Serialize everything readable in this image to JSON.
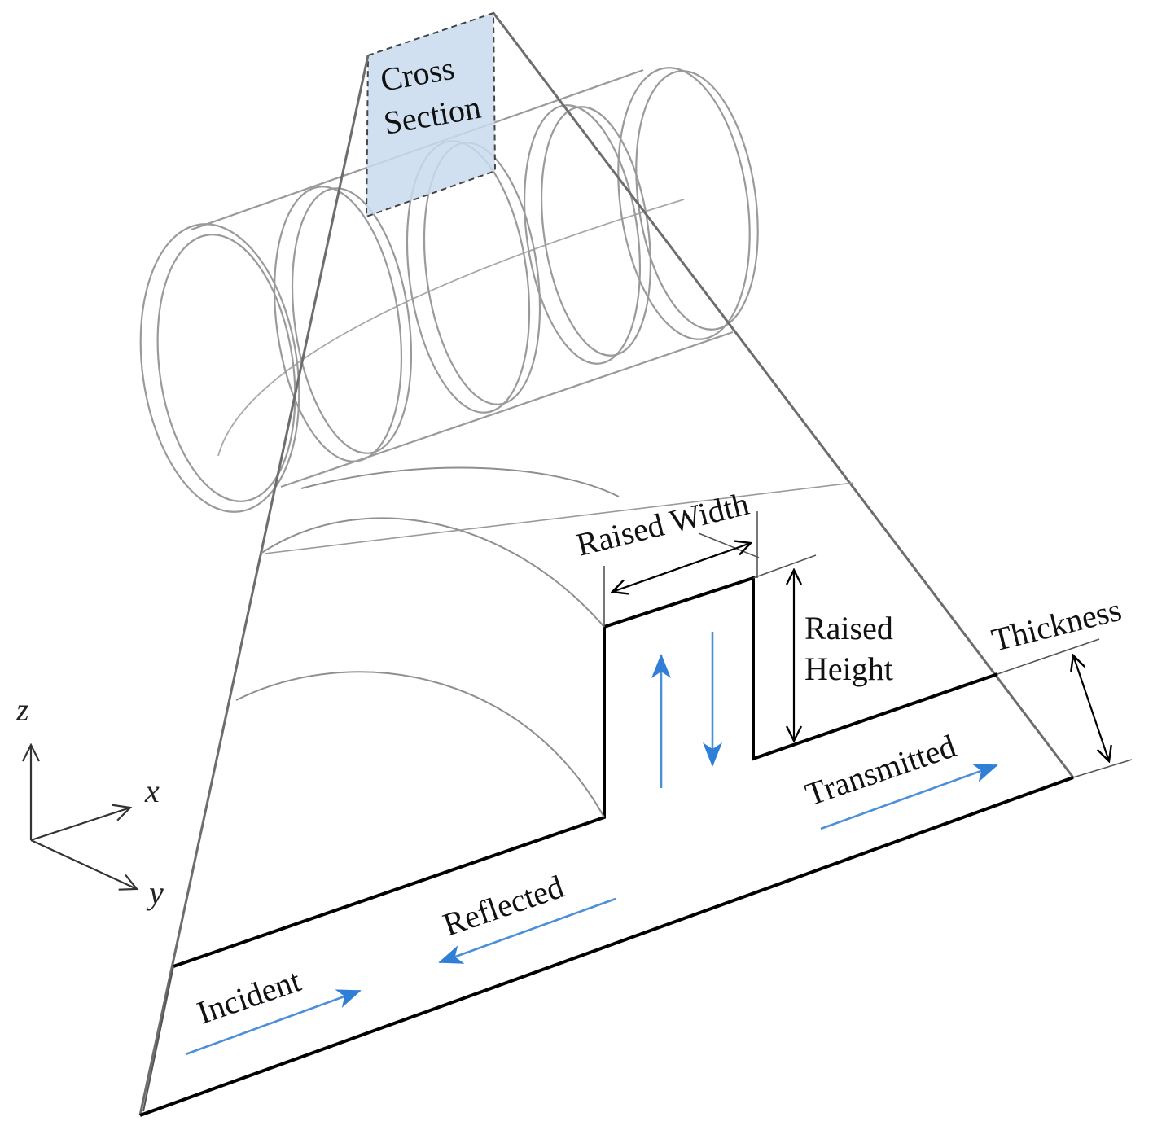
{
  "labels": {
    "cross_section_line1": "Cross",
    "cross_section_line2": "Section",
    "raised_width": "Raised Width",
    "raised_height_line1": "Raised",
    "raised_height_line2": "Height",
    "thickness": "Thickness",
    "incident": "Incident",
    "reflected": "Reflected",
    "transmitted": "Transmitted"
  },
  "axes": {
    "z": "z",
    "x": "x",
    "y": "y"
  },
  "colors": {
    "wave_arrow": "#2f7fd6",
    "cross_section_fill": "#c9dbef",
    "outline": "#000000",
    "pipe": "#9a9a9a"
  }
}
